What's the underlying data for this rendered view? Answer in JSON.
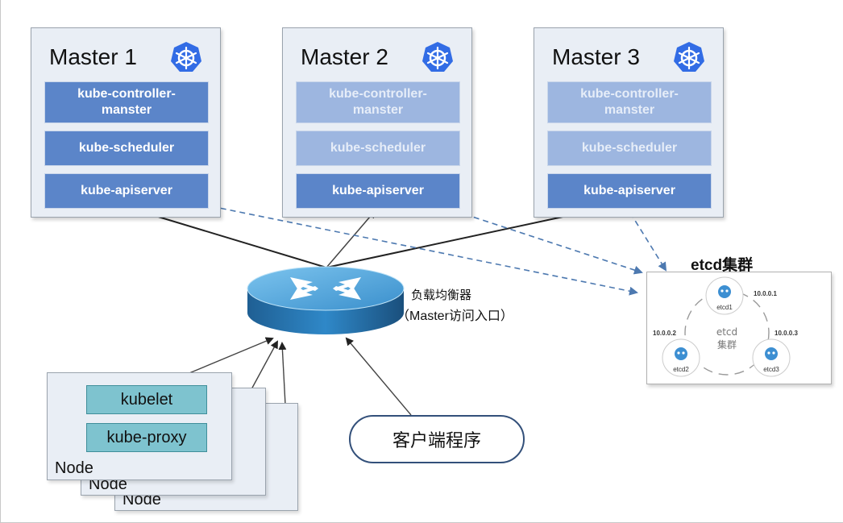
{
  "masters": [
    {
      "title": "Master 1",
      "controller": "kube-controller-\nmanster",
      "scheduler": "kube-scheduler",
      "apiserver": "kube-apiserver",
      "active": true
    },
    {
      "title": "Master 2",
      "controller": "kube-controller-\nmanster",
      "scheduler": "kube-scheduler",
      "apiserver": "kube-apiserver",
      "active": false
    },
    {
      "title": "Master 3",
      "controller": "kube-controller-\nmanster",
      "scheduler": "kube-scheduler",
      "apiserver": "kube-apiserver",
      "active": false
    }
  ],
  "load_balancer": {
    "label": "负载均衡器",
    "sublabel": "（Master访问入口）"
  },
  "etcd": {
    "title": "etcd集群",
    "center_line1": "etcd",
    "center_line2": "集群",
    "members": [
      {
        "name": "etcd1",
        "ip": "10.0.0.1"
      },
      {
        "name": "etcd2",
        "ip": "10.0.0.2"
      },
      {
        "name": "etcd3",
        "ip": "10.0.0.3"
      }
    ]
  },
  "nodes": {
    "label": "Node",
    "kubelet": "kubelet",
    "kube_proxy": "kube-proxy"
  },
  "client": {
    "label": "客户端程序"
  },
  "colors": {
    "active_component": "#5b85c9",
    "standby_component": "#9db6e0",
    "node_component": "#7ec3cf",
    "router": "#2f88c8",
    "k8s_logo": "#326ce5",
    "etcd_icon": "#3d8fd2"
  }
}
